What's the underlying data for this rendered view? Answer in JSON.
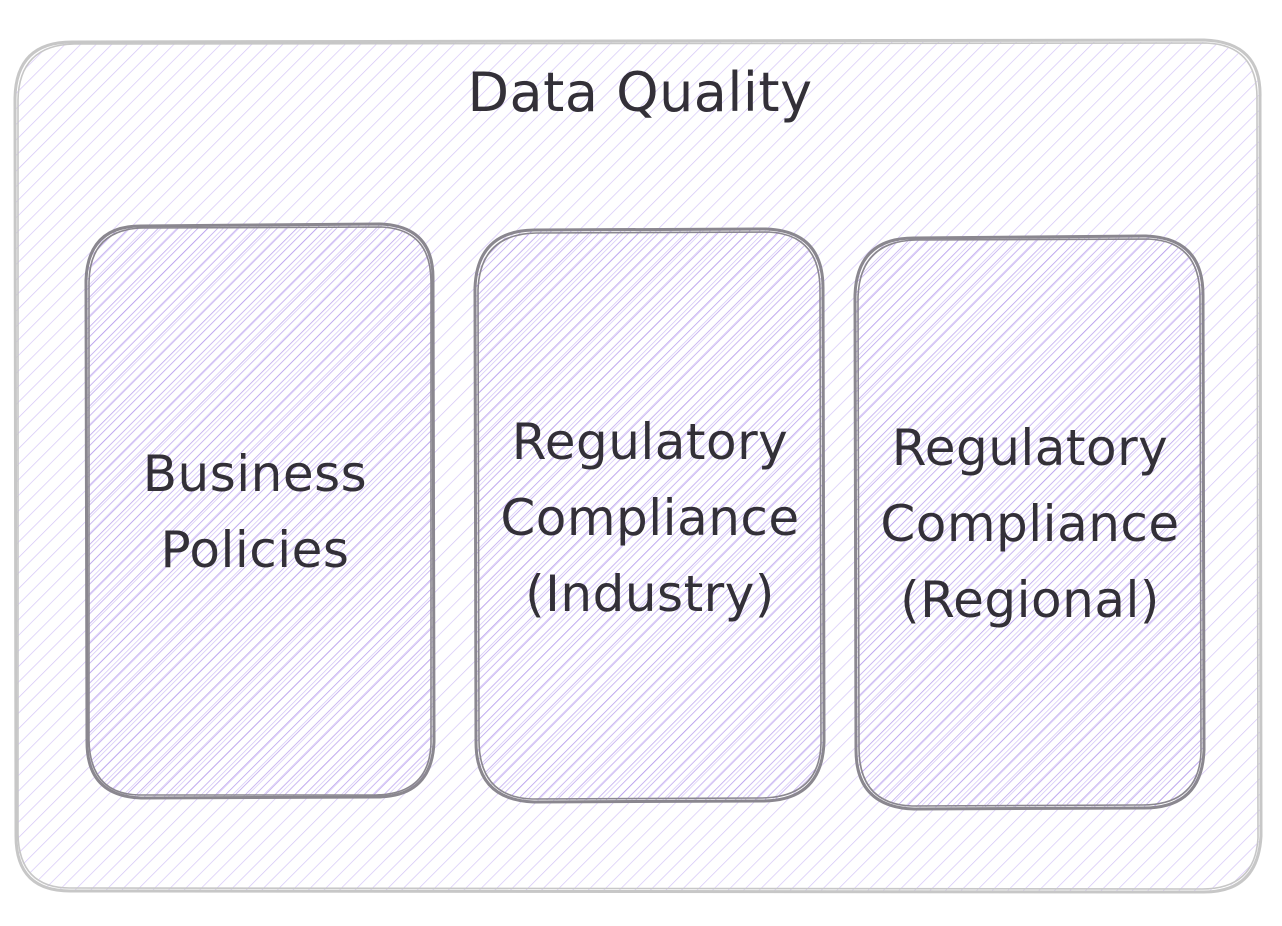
{
  "colors": {
    "outer_fill_hatch": "#c9b6f5",
    "inner_fill_hatch": "#a98be8",
    "outer_stroke": "#c7c7c7",
    "inner_stroke": "#8a878f",
    "text": "#333038"
  },
  "outer": {
    "title": "Data Quality"
  },
  "boxes": [
    {
      "lines": [
        "Business",
        "Policies"
      ]
    },
    {
      "lines": [
        "Regulatory",
        "Compliance",
        "(Industry)"
      ]
    },
    {
      "lines": [
        "Regulatory",
        "Compliance",
        "(Regional)"
      ]
    }
  ]
}
